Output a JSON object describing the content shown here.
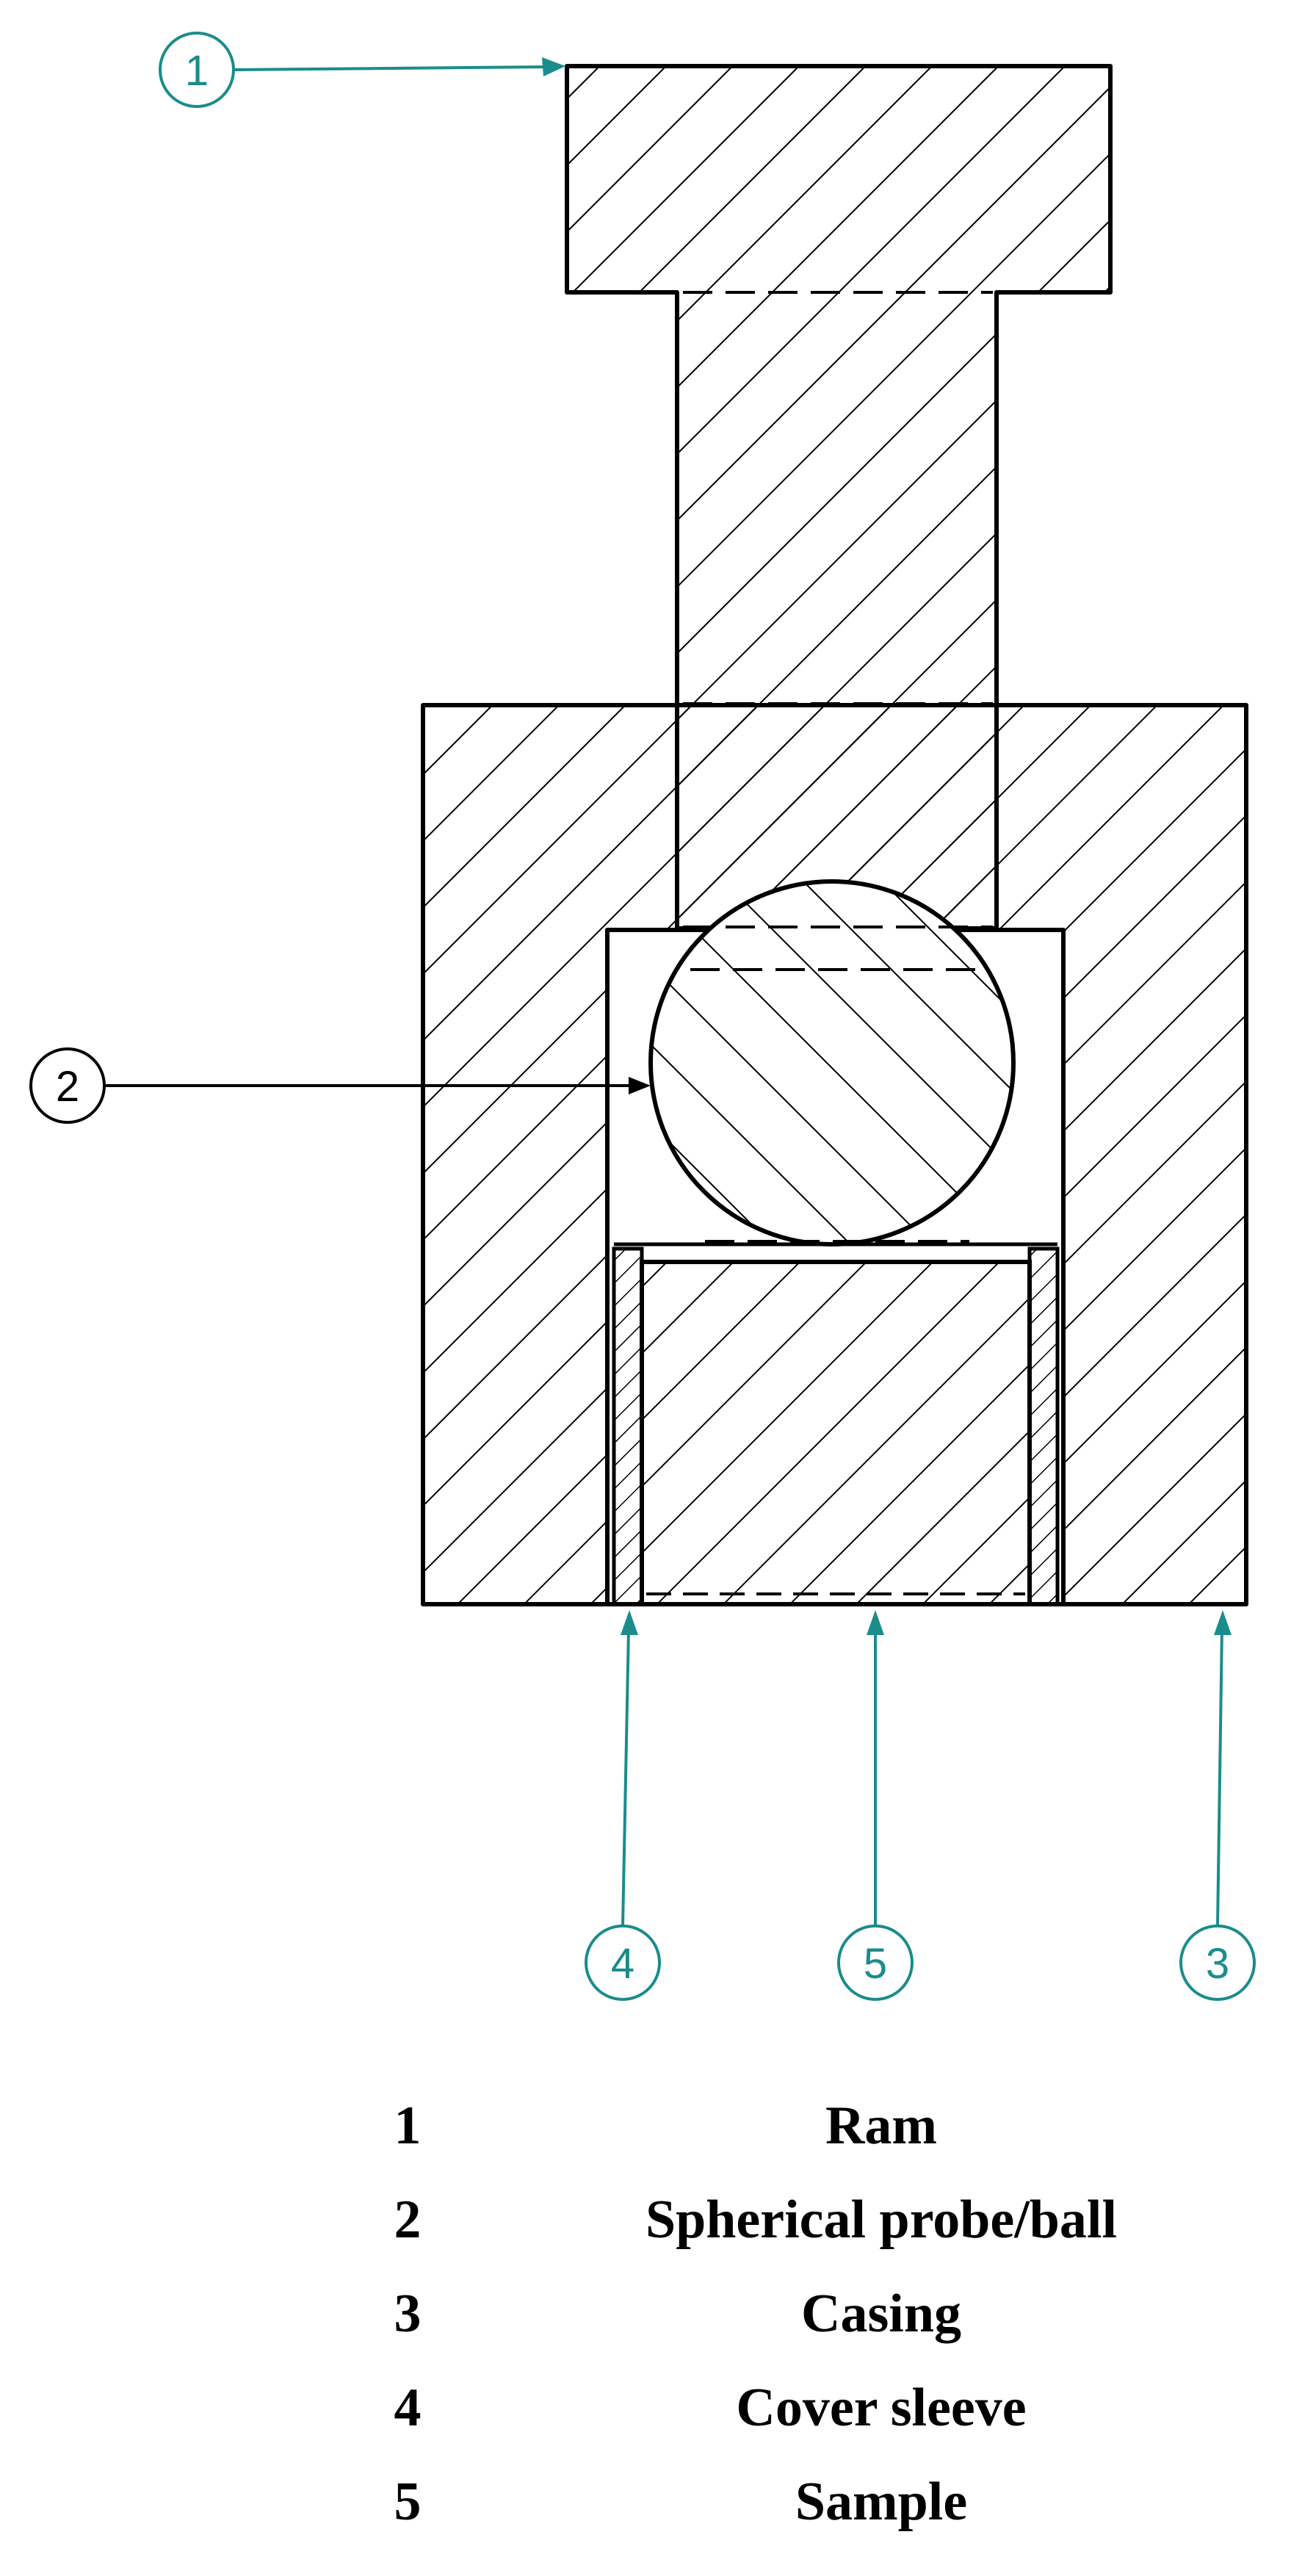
{
  "colors": {
    "line": "#000000",
    "accent": "#1a8c8c",
    "background": "#ffffff"
  },
  "callouts": [
    {
      "number": "1",
      "color": "#1a8c8c"
    },
    {
      "number": "2",
      "color": "#000000"
    },
    {
      "number": "3",
      "color": "#1a8c8c"
    },
    {
      "number": "4",
      "color": "#1a8c8c"
    },
    {
      "number": "5",
      "color": "#1a8c8c"
    }
  ],
  "legend": [
    {
      "number": "1",
      "label": "Ram"
    },
    {
      "number": "2",
      "label": "Spherical probe/ball"
    },
    {
      "number": "3",
      "label": "Casing"
    },
    {
      "number": "4",
      "label": "Cover sleeve"
    },
    {
      "number": "5",
      "label": "Sample"
    }
  ]
}
